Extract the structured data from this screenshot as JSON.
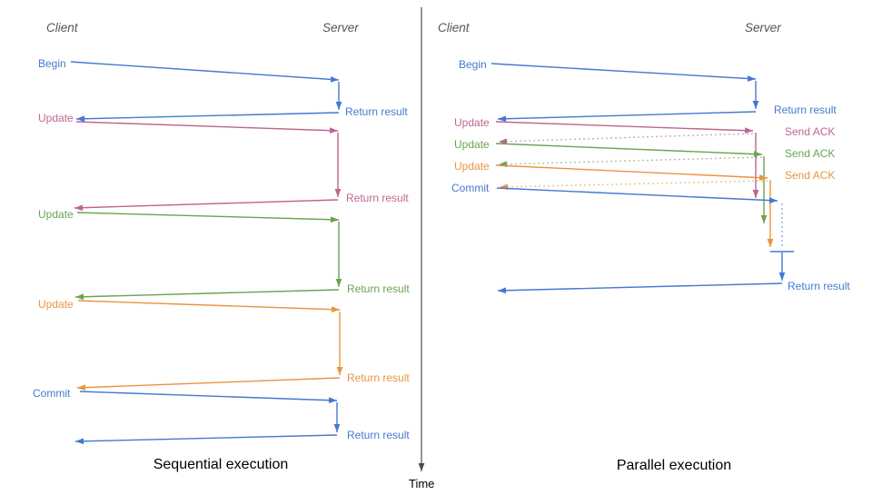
{
  "colors": {
    "blue": "#4579d1",
    "pink": "#bf6492",
    "green": "#6aa353",
    "orange": "#e89440",
    "axis": "#4d4d4d",
    "header": "#555555",
    "title": "#000000"
  },
  "timeline": {
    "label": "Time"
  },
  "sequential": {
    "title": "Sequential execution",
    "client_header": "Client",
    "server_header": "Server",
    "messages": [
      {
        "label": "Begin",
        "color": "blue",
        "return_label": "Return result"
      },
      {
        "label": "Update",
        "color": "pink",
        "return_label": "Return result"
      },
      {
        "label": "Update",
        "color": "green",
        "return_label": "Return result"
      },
      {
        "label": "Update",
        "color": "orange",
        "return_label": "Return result"
      },
      {
        "label": "Commit",
        "color": "blue",
        "return_label": "Return result"
      }
    ]
  },
  "parallel": {
    "title": "Parallel execution",
    "client_header": "Client",
    "server_header": "Server",
    "messages": [
      {
        "label": "Begin",
        "color": "blue",
        "response_label": "Return result",
        "response_type": "solid"
      },
      {
        "label": "Update",
        "color": "pink",
        "response_label": "Send ACK",
        "response_type": "dotted"
      },
      {
        "label": "Update",
        "color": "green",
        "response_label": "Send ACK",
        "response_type": "dotted"
      },
      {
        "label": "Update",
        "color": "orange",
        "response_label": "Send ACK",
        "response_type": "dotted"
      },
      {
        "label": "Commit",
        "color": "blue",
        "response_label": "Return result",
        "response_type": "solid"
      }
    ]
  }
}
